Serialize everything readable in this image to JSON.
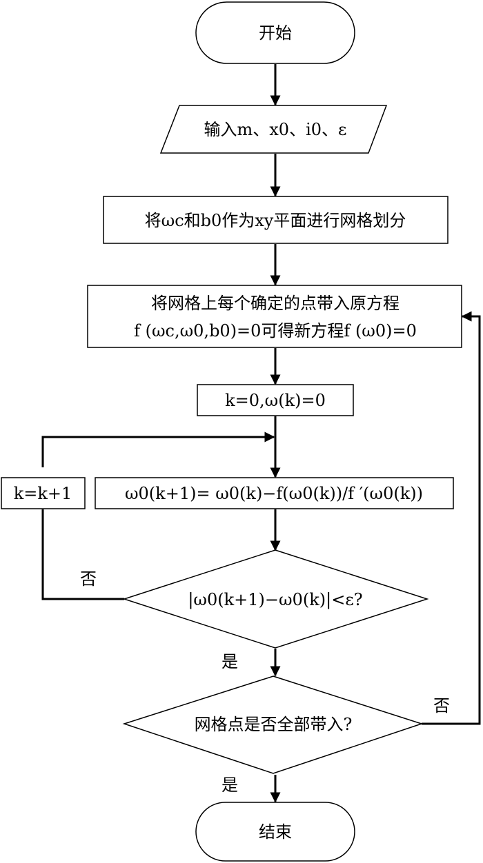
{
  "diagram": {
    "nodes": {
      "start": {
        "text": "开始"
      },
      "input": {
        "text": "输入m、x0、i0、ε"
      },
      "grid": {
        "text": "将ωc和b0作为xy平面进行网格划分"
      },
      "substitute": {
        "line1": "将网格上每个确定的点带入原方程",
        "line2": "f (ωc,ω0,b0)=0可得新方程f (ω0)=0"
      },
      "init": {
        "text": "k=0,ω(k)=0"
      },
      "iterate": {
        "text": "ω0(k+1)= ω0(k)−f(ω0(k))/f ′(ω0(k))"
      },
      "increment": {
        "text": "k=k+1"
      },
      "converge_check": {
        "text": "|ω0(k+1)−ω0(k)|<ε?"
      },
      "all_points_check": {
        "text": "网格点是否全部带入?"
      },
      "end": {
        "text": "结束"
      }
    },
    "edge_labels": {
      "converge_no": "否",
      "converge_yes": "是",
      "all_no": "否",
      "all_yes": "是"
    }
  },
  "colors": {
    "stroke": "#000000",
    "background": "#ffffff"
  }
}
